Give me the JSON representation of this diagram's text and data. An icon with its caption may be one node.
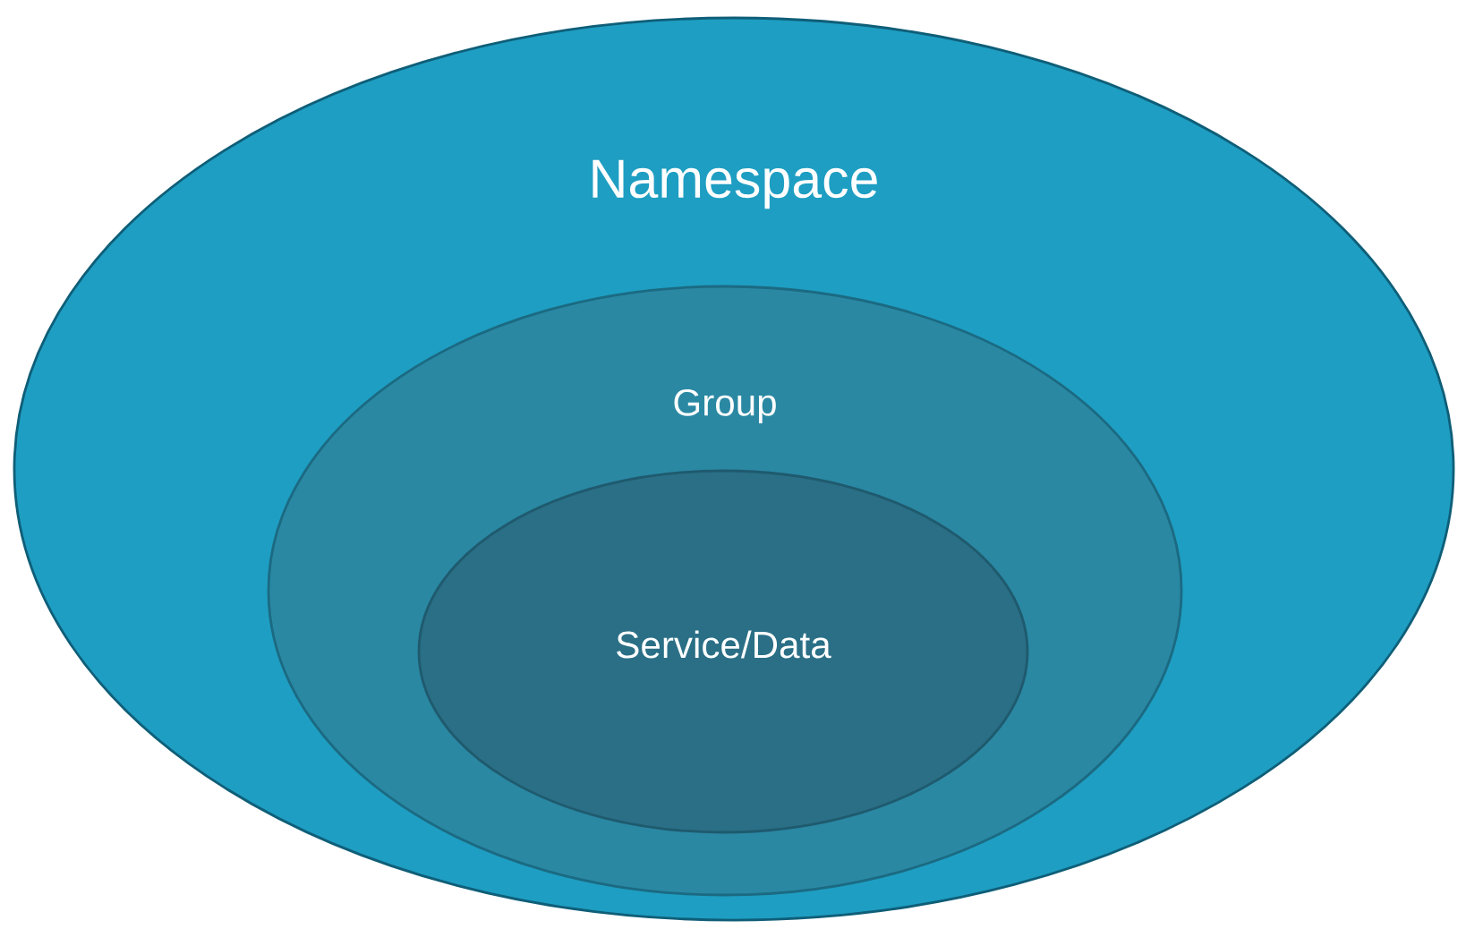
{
  "diagram": {
    "nodes": [
      {
        "text": [
          "Namespace"
        ]
      },
      {
        "text": [
          "Group"
        ],
        "in": 0
      },
      {
        "text": [
          "Service/Data"
        ],
        "in": 1
      }
    ]
  }
}
